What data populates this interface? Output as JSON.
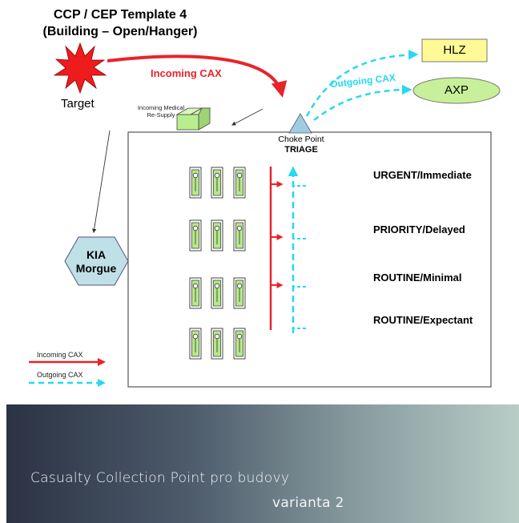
{
  "title": {
    "line1": "CCP / CEP Template 4",
    "line2": "(Building – Open/Hanger)"
  },
  "target": {
    "label": "Target"
  },
  "flows": {
    "incoming_label": "Incoming CAX",
    "outgoing_label": "Outgoing CAX"
  },
  "supply": {
    "label": "Incoming Medical Re-Supply"
  },
  "choke": {
    "line1": "Choke Point",
    "line2": "TRIAGE"
  },
  "destinations": {
    "hlz": "HLZ",
    "axp": "AXP"
  },
  "morgue": {
    "line1": "KIA",
    "line2": "Morgue"
  },
  "categories": [
    {
      "label": "URGENT/Immediate"
    },
    {
      "label": "PRIORITY/Delayed"
    },
    {
      "label": "ROUTINE/Minimal"
    },
    {
      "label": "ROUTINE/Expectant"
    }
  ],
  "legend": {
    "incoming": "Incoming CAX",
    "outgoing": "Outgoing CAX"
  },
  "banner": {
    "line1": "Casualty Collection Point pro budovy",
    "line2": "varianta 2"
  },
  "colors": {
    "incoming": "#e8242a",
    "outgoing": "#27d8f2",
    "stretcher_fill": "#b6e88a",
    "hlz_fill": "#fffa96",
    "axp_fill": "#c8f09a",
    "morgue_fill": "#bfe0e6",
    "supply_fill": "#b8ef8e",
    "choke_fill": "#9fcde0"
  }
}
